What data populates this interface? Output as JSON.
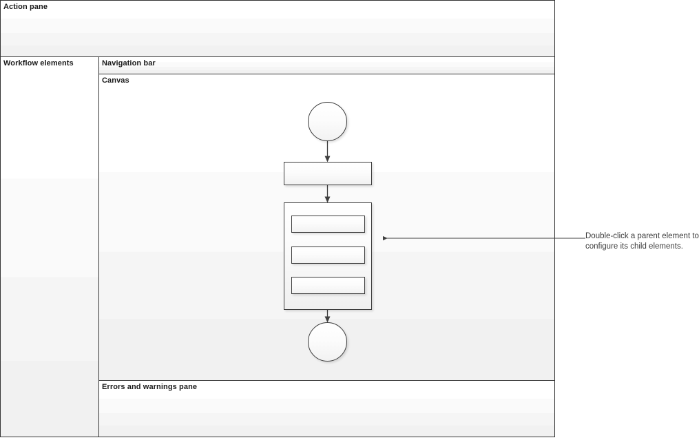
{
  "panes": {
    "action": {
      "label": "Action pane"
    },
    "workflow": {
      "label": "Workflow elements"
    },
    "navigation": {
      "label": "Navigation bar"
    },
    "canvas": {
      "label": "Canvas"
    },
    "errors": {
      "label": "Errors and warnings pane"
    }
  },
  "diagram": {
    "nodes": [
      {
        "id": "start",
        "type": "circle",
        "label": ""
      },
      {
        "id": "task-1",
        "type": "task",
        "label": ""
      },
      {
        "id": "parent",
        "type": "container",
        "label": ""
      },
      {
        "id": "child-1",
        "type": "task",
        "label": ""
      },
      {
        "id": "child-2",
        "type": "task",
        "label": ""
      },
      {
        "id": "child-3",
        "type": "task",
        "label": ""
      },
      {
        "id": "end",
        "type": "circle",
        "label": ""
      }
    ]
  },
  "callout": {
    "text": "Double-click a parent element to configure its child elements."
  },
  "colors": {
    "border": "#333333",
    "node_border": "#3a3a3a",
    "text": "#1a1a1a",
    "callout_text": "#3b3b3b",
    "connector": "#404040"
  }
}
